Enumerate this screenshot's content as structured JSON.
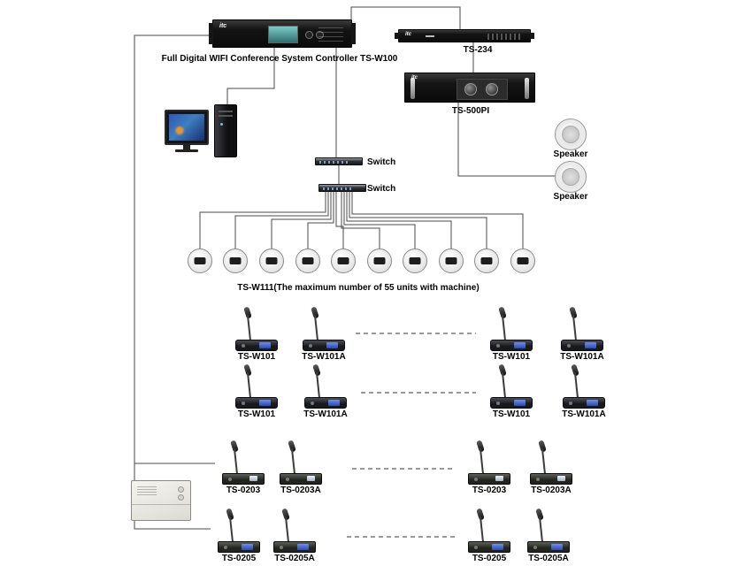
{
  "brand": "itc",
  "controller": {
    "label": "Full Digital WIFI Conference System Controller TS-W100"
  },
  "ts234": {
    "label": "TS-234"
  },
  "ts500pi": {
    "label": "TS-500PI"
  },
  "speakers": {
    "top": "Speaker",
    "bottom": "Speaker"
  },
  "switches": {
    "top": "Switch",
    "bottom": "Switch"
  },
  "wifi_units": {
    "caption": "TS-W111(The maximum number of 55 units with machine)",
    "count": 10
  },
  "mic_rows": {
    "row1": [
      "TS-W101",
      "TS-W101A",
      "TS-W101",
      "TS-W101A"
    ],
    "row2": [
      "TS-W101",
      "TS-W101A",
      "TS-W101",
      "TS-W101A"
    ],
    "row3": [
      "TS-0203",
      "TS-0203A",
      "TS-0203",
      "TS-0203A"
    ],
    "row4": [
      "TS-0205",
      "TS-0205A",
      "TS-0205",
      "TS-0205A"
    ]
  }
}
